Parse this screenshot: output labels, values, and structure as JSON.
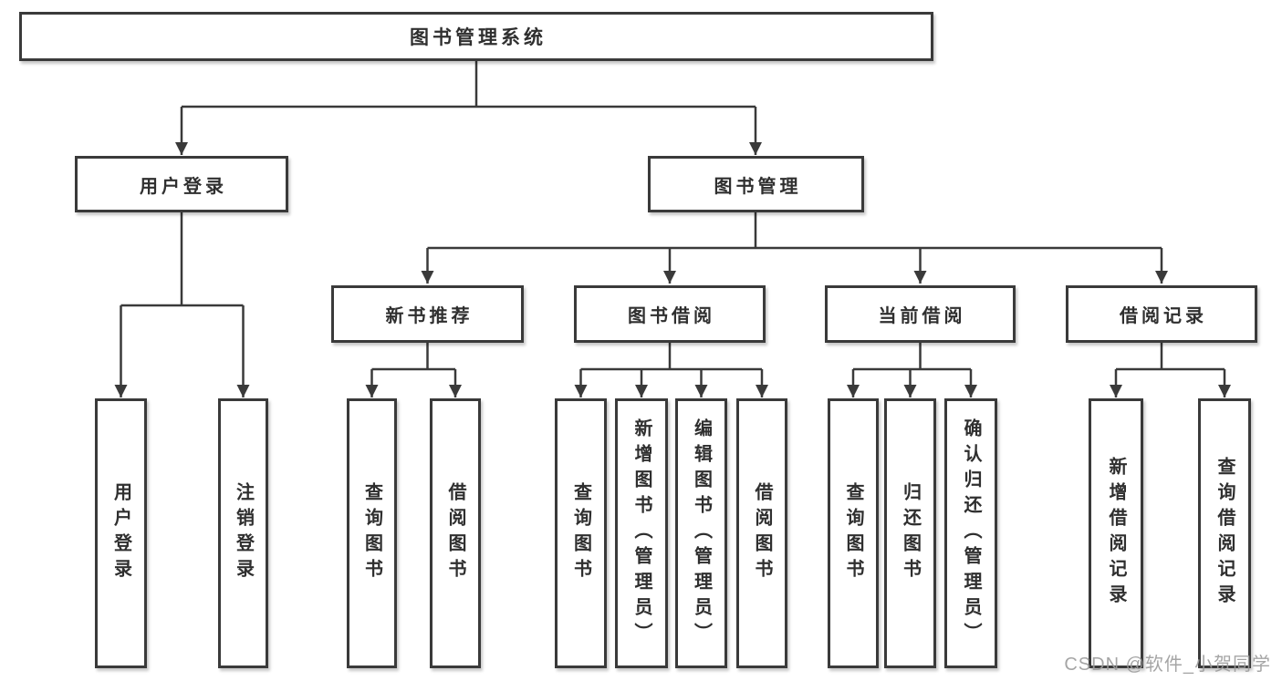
{
  "diagram": {
    "title": "图书管理系统",
    "level2": {
      "user_login_group": "用户登录",
      "book_mgmt": "图书管理"
    },
    "level3": {
      "new_book_rec": "新书推荐",
      "book_borrow": "图书借阅",
      "current_borrow": "当前借阅",
      "borrow_records": "借阅记录"
    },
    "leaves": {
      "user_login": "用户登录",
      "logout": "注销登录",
      "rec_query_books": "查询图书",
      "rec_borrow_books": "借阅图书",
      "bb_query_books": "查询图书",
      "bb_add_books": "新增图书（管理员）",
      "bb_edit_books": "编辑图书（管理员）",
      "bb_borrow_books": "借阅图书",
      "cb_query_books": "查询图书",
      "cb_return_books": "归还图书",
      "cb_confirm_return": "确认归还（管理员）",
      "br_add_record": "新增借阅记录",
      "br_query_record": "查询借阅记录"
    }
  },
  "watermark": "CSDN @软件_小贺同学",
  "colors": {
    "line": "#3a3a3a",
    "text": "#2f2f2f",
    "watermark": "#9c9c9c",
    "background": "#ffffff"
  }
}
